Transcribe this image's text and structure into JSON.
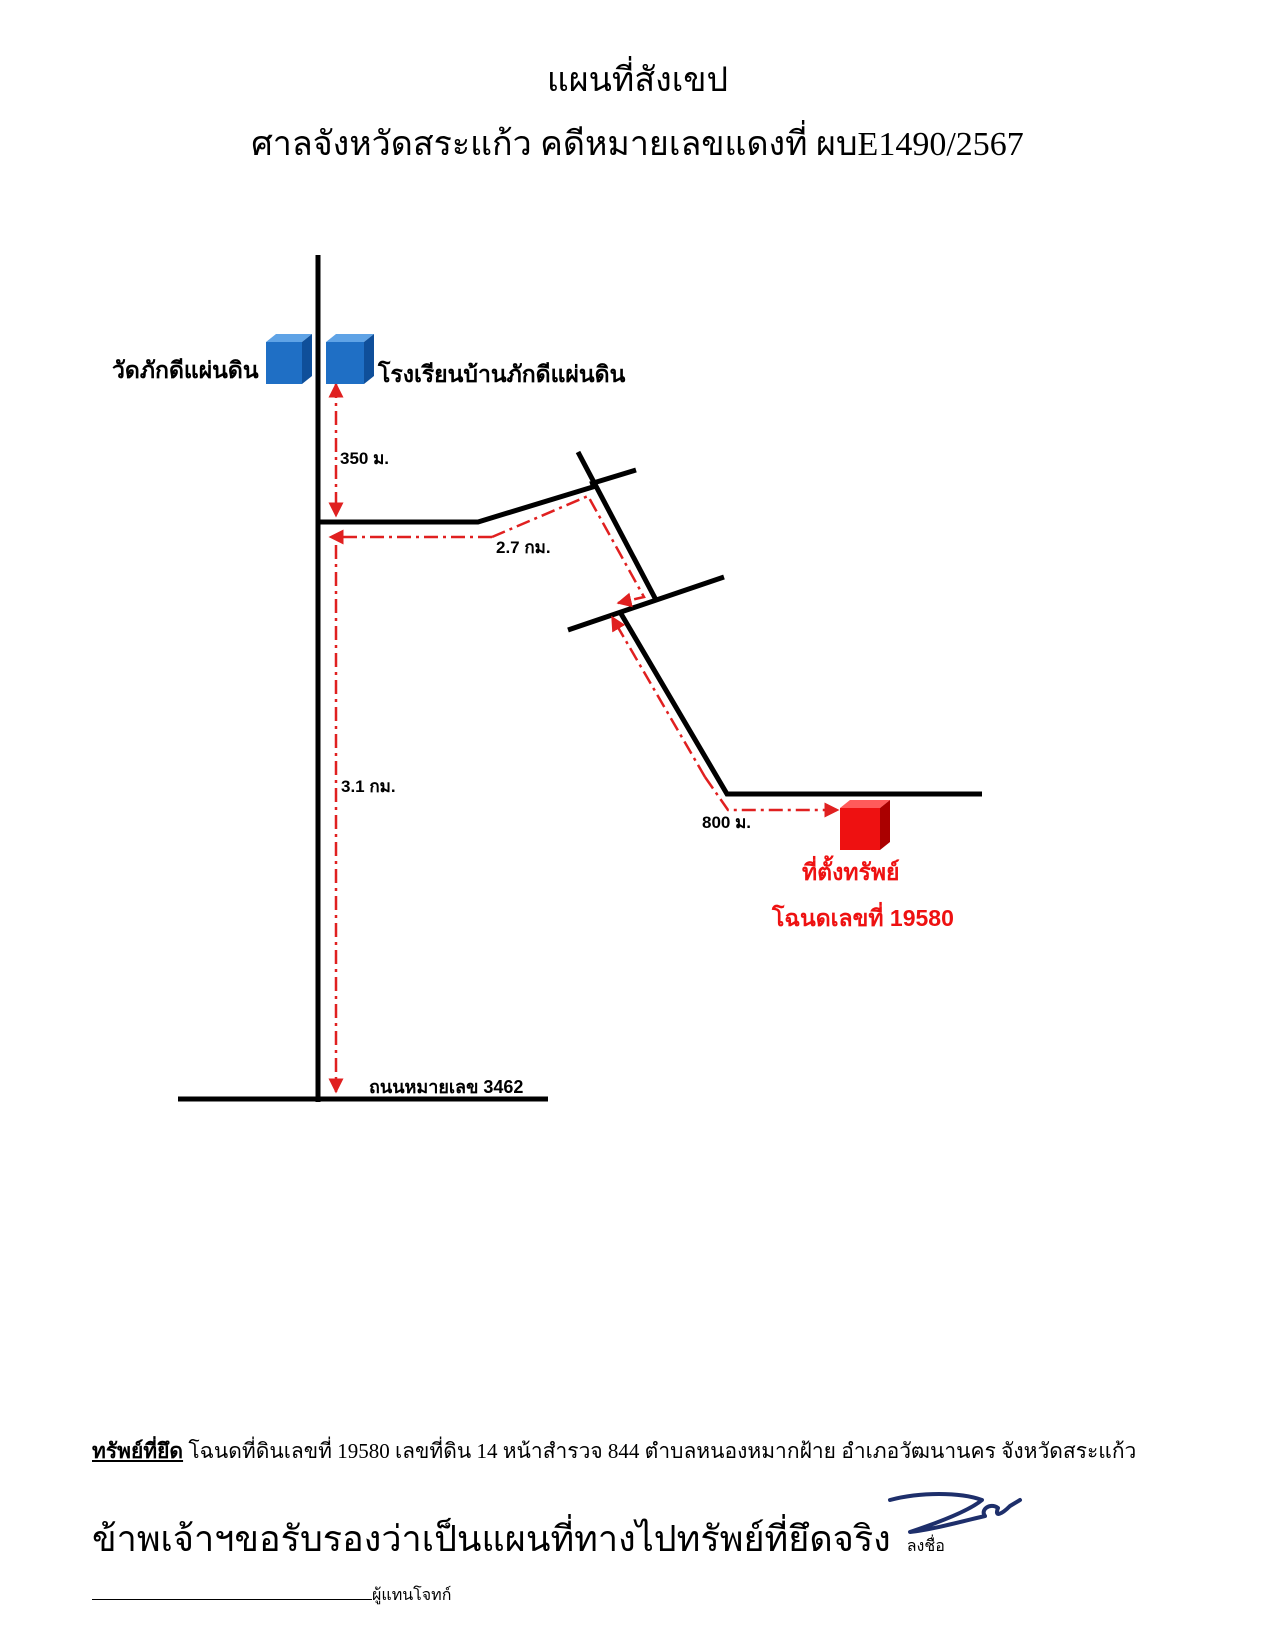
{
  "header": {
    "title": "แผนที่สังเขป",
    "subtitle": "ศาลจังหวัดสระแก้ว คดีหมายเลขแดงที่ ผบE1490/2567"
  },
  "map": {
    "landmarks": {
      "temple": "วัดภักดีแผ่นดิน",
      "school": "โรงเรียนบ้านภักดีแผ่นดิน",
      "property": "ที่ตั้งทรัพย์",
      "deed": "โฉนดเลขที่ 19580"
    },
    "road_label": "ถนนหมายเลข 3462",
    "distances": {
      "d350": "350 ม.",
      "d27": "2.7 กม.",
      "d31": "3.1 กม.",
      "d800": "800 ม."
    },
    "colors": {
      "landmark_fill": "#1f6fc5",
      "property_fill": "#ee1111",
      "route_color": "#e02020",
      "road_color": "#000000"
    }
  },
  "footer": {
    "seized_heading": "ทรัพย์ที่ยึด",
    "seized_detail": " โฉนดที่ดินเลขที่ 19580 เลขที่ดิน 14 หน้าสำรวจ 844 ตำบลหนองหมากฝ้าย อำเภอวัฒนานคร จังหวัดสระแก้ว",
    "certify": "ข้าพเจ้าฯขอรับรองว่าเป็นแผนที่ทางไปทรัพย์ที่ยึดจริง",
    "sign_label": "ลงชื่อ",
    "signer_role": "ผู้แทนโจทก์"
  }
}
